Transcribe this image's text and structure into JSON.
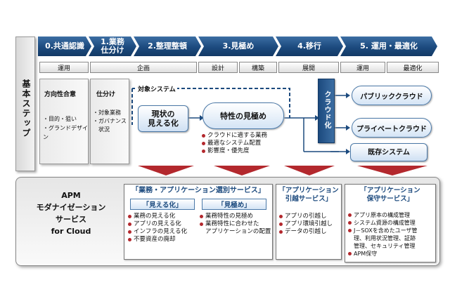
{
  "left_label": "基本ステップ",
  "steps": [
    {
      "label": "0.共通認識"
    },
    {
      "label": "1.業務\n仕分け"
    },
    {
      "label": "2.整理整頓"
    },
    {
      "label": "3.見極め"
    },
    {
      "label": "4.移行"
    },
    {
      "label": "5. 運用・最適化"
    }
  ],
  "phases": {
    "unyo1": "運用",
    "kikaku": "企画",
    "sekkei": "設計",
    "kochiku": "構築",
    "tenkai": "展開",
    "unyo2": "運用",
    "saitekika": "最適化"
  },
  "col0": {
    "title": "方向性合意",
    "items": [
      "・目的・狙い",
      "・グランドデザイン"
    ]
  },
  "col1": {
    "title": "仕分け",
    "items": [
      "・対象業務",
      "・ガバナンス",
      "　状況"
    ]
  },
  "target_system": "対象システム",
  "visualize_box": "現状の\n見える化",
  "characteristic_box": "特性の見極め",
  "characteristic_items": [
    "クラウドに適する業務",
    "最適なシステム配置",
    "影響度・優先度"
  ],
  "cloudification": "クラウド化",
  "public_cloud": "パブリッククラウド",
  "private_cloud": "プライベートクラウド",
  "existing_system": "既存システム",
  "apm": {
    "line1": "APM",
    "line2": "モダナイゼーション",
    "line3": "サービス",
    "line4": "for Cloud"
  },
  "service1": {
    "title": "「業務・アプリケーション選別サービス」",
    "sub1": "「見える化」",
    "sub2": "「見極め」",
    "items1": [
      "業務の見える化",
      "アプリの見える化",
      "インフラの見える化",
      "不要資産の廃却"
    ],
    "items2": [
      "業務特性の見極め",
      "業務特性に合わせた",
      "アプリケーションの配置"
    ]
  },
  "service2": {
    "title": "「アプリケーション\n引越サービス」",
    "items": [
      "アプリの引越し",
      "アプリ環境引越し",
      "データの引越し"
    ]
  },
  "service3": {
    "title": "「アプリケーション\n保守サービス」",
    "items": [
      "アプリ原本の構成管理",
      "システム資源の構成管理",
      "J－SOXを含めたユーザ管",
      "理、利用状況管理、証跡",
      "管理、セキュリティ管理",
      "APM保守"
    ]
  }
}
